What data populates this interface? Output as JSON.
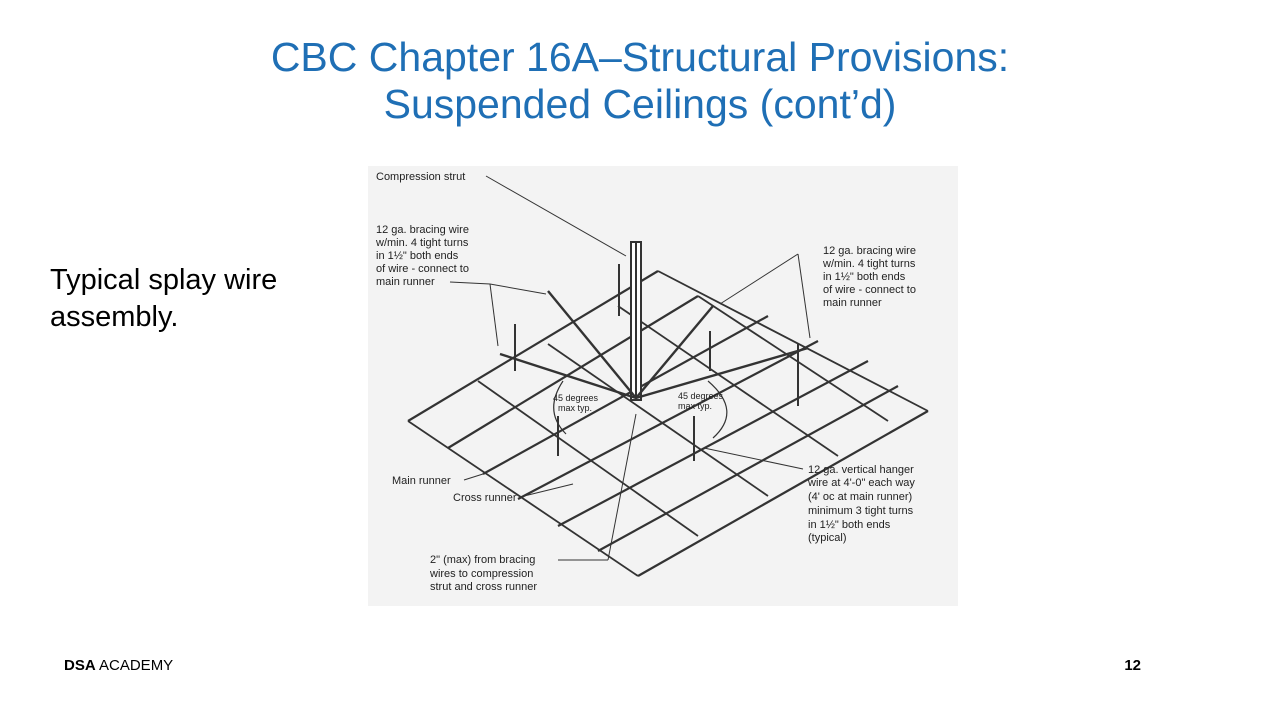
{
  "slide": {
    "title_line1": "CBC Chapter 16A–Structural Provisions:",
    "title_line2": "Suspended Ceilings (cont’d)",
    "body_line1": "Typical splay wire",
    "body_line2": "assembly.",
    "footer_org_bold": "DSA",
    "footer_org_rest": " ACADEMY",
    "page_number": "12"
  },
  "figure": {
    "labels": {
      "compression_strut": "Compression strut",
      "bracing_left_1": "12 ga. bracing wire",
      "bracing_left_2": "w/min. 4 tight turns",
      "bracing_left_3": "in 1½\" both ends",
      "bracing_left_4": "of wire - connect to",
      "bracing_left_5": "main runner",
      "bracing_right_1": "12 ga. bracing wire",
      "bracing_right_2": "w/min. 4 tight turns",
      "bracing_right_3": "in 1½\" both ends",
      "bracing_right_4": "of wire - connect to",
      "bracing_right_5": "main runner",
      "angle_left_1": "45 degrees",
      "angle_left_2": "max typ.",
      "angle_right_1": "45 degrees",
      "angle_right_2": "max typ.",
      "main_runner": "Main runner",
      "cross_runner": "Cross runner",
      "hanger_1": "12 ga. vertical hanger",
      "hanger_2": "wire at 4'-0\" each way",
      "hanger_3": "(4' oc at main runner)",
      "hanger_4": "minimum 3 tight turns",
      "hanger_5": "in 1½\" both ends",
      "hanger_6": "(typical)",
      "max_1": "2\" (max) from bracing",
      "max_2": "wires to compression",
      "max_3": "strut and cross runner"
    }
  }
}
